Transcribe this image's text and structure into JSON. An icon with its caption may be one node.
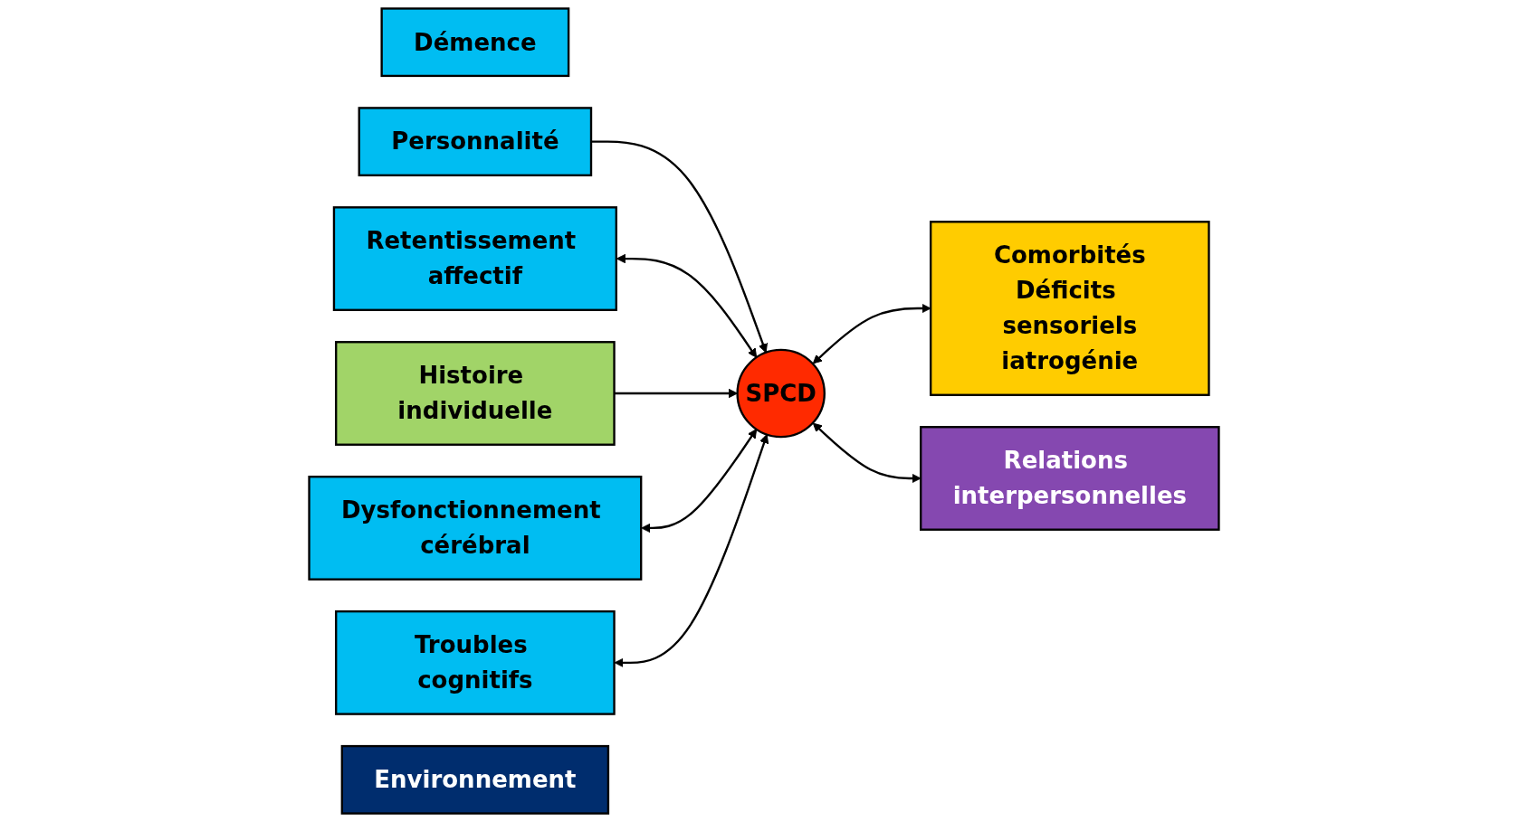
{
  "diagram": {
    "nodes": [
      {
        "text": [
          "Démence"
        ]
      },
      {
        "text": [
          "Personnalité"
        ]
      },
      {
        "text": [
          "Retentissement affectif"
        ]
      },
      {
        "text": [
          "Histoire individuelle"
        ]
      },
      {
        "text": [
          "Dysfonctionnement cérébral"
        ]
      },
      {
        "text": [
          "SPCD"
        ]
      },
      {
        "text": [
          "Troubles cognitifs"
        ]
      },
      {
        "text": [
          "Comorbités",
          "Déficits sensoriels",
          "iatrogénie"
        ]
      },
      {
        "text": [
          "Relations interpersonnelles"
        ]
      },
      {
        "text": [
          "Environnement"
        ]
      }
    ],
    "edges": [
      {
        "from": 1,
        "to": 5,
        "arrow": "to"
      },
      {
        "from": 2,
        "to": 5,
        "arrow": "both"
      },
      {
        "from": 3,
        "to": 5,
        "arrow": "to"
      },
      {
        "from": 4,
        "to": 5,
        "arrow": "both"
      },
      {
        "from": 6,
        "to": 5,
        "arrow": "both"
      },
      {
        "from": 5,
        "to": 7,
        "arrow": "both"
      },
      {
        "from": 5,
        "to": 8,
        "arrow": "both"
      }
    ]
  }
}
